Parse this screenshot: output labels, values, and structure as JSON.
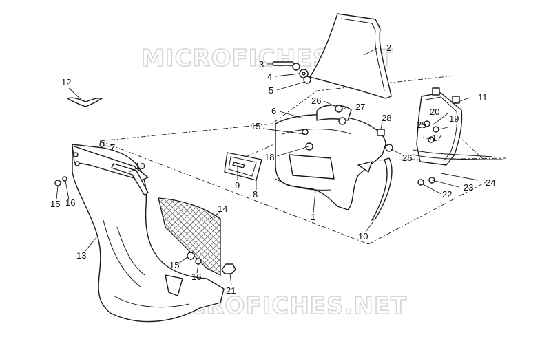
{
  "watermark": {
    "top": "MICROFICHES.NET",
    "bottom": "MICROFICHES.NET"
  },
  "callouts": [
    {
      "id": "c2",
      "text": "2"
    },
    {
      "id": "c3",
      "text": "3"
    },
    {
      "id": "c4",
      "text": "4"
    },
    {
      "id": "c5",
      "text": "5"
    },
    {
      "id": "c6",
      "text": "6"
    },
    {
      "id": "c26a",
      "text": "26"
    },
    {
      "id": "c27",
      "text": "27"
    },
    {
      "id": "c28",
      "text": "28"
    },
    {
      "id": "c11",
      "text": "11"
    },
    {
      "id": "c20",
      "text": "20"
    },
    {
      "id": "c19",
      "text": "19"
    },
    {
      "id": "c25",
      "text": "25"
    },
    {
      "id": "c17",
      "text": "17"
    },
    {
      "id": "c26b",
      "text": "26"
    },
    {
      "id": "c24",
      "text": "24"
    },
    {
      "id": "c23",
      "text": "23"
    },
    {
      "id": "c22",
      "text": "22"
    },
    {
      "id": "c15a",
      "text": "15"
    },
    {
      "id": "c18",
      "text": "18"
    },
    {
      "id": "c9",
      "text": "9"
    },
    {
      "id": "c8",
      "text": "8"
    },
    {
      "id": "c1",
      "text": "1"
    },
    {
      "id": "c10a",
      "text": "10"
    },
    {
      "id": "c12",
      "text": "12"
    },
    {
      "id": "c7",
      "text": "7"
    },
    {
      "id": "c10b",
      "text": "10"
    },
    {
      "id": "c15b",
      "text": "15"
    },
    {
      "id": "c16a",
      "text": "16"
    },
    {
      "id": "c14",
      "text": "14"
    },
    {
      "id": "c13",
      "text": "13"
    },
    {
      "id": "c15c",
      "text": "15"
    },
    {
      "id": "c16b",
      "text": "16"
    },
    {
      "id": "c21",
      "text": "21"
    }
  ]
}
